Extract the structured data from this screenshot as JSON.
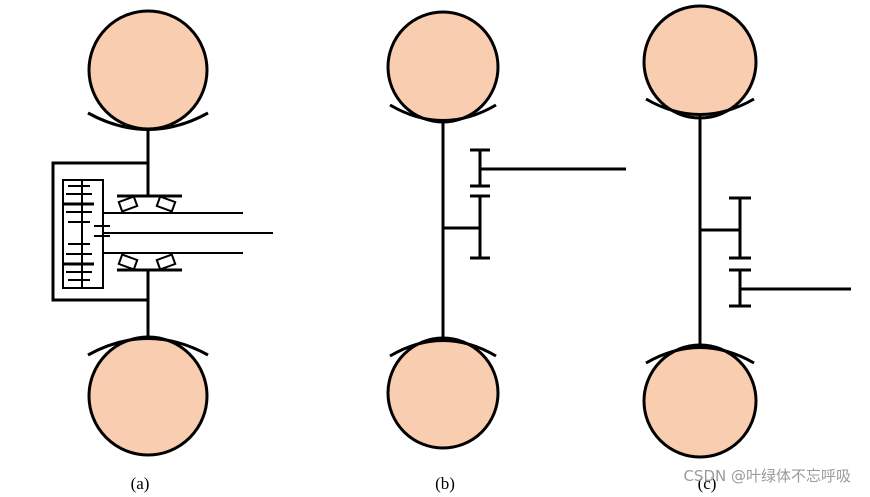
{
  "labels": {
    "a": "(a)",
    "b": "(b)",
    "c": "(c)"
  },
  "watermark": "CSDN @叶绿体不忘呼吸",
  "colors": {
    "wheel_fill": "#f9cdb0",
    "stroke": "#000000",
    "watermark": "#9a9a9a",
    "background": "#ffffff"
  }
}
